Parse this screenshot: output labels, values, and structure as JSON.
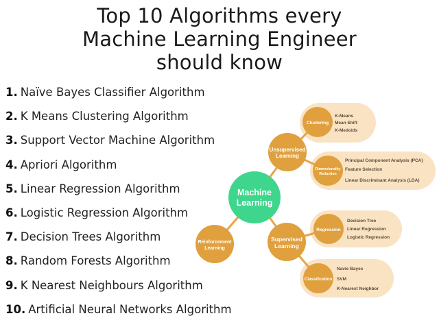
{
  "title": {
    "line1": "Top 10 Algorithms every",
    "line2": "Machine Learning Engineer",
    "line3": "should know"
  },
  "algorithms": [
    {
      "num": "1.",
      "label": "Naïve Bayes Classifier Algorithm"
    },
    {
      "num": "2.",
      "label": "K Means Clustering Algorithm"
    },
    {
      "num": "3.",
      "label": "Support Vector Machine Algorithm"
    },
    {
      "num": "4.",
      "label": "Apriori Algorithm"
    },
    {
      "num": "5.",
      "label": "Linear Regression Algorithm"
    },
    {
      "num": "6.",
      "label": "Logistic Regression Algorithm"
    },
    {
      "num": "7.",
      "label": "Decision Trees Algorithm"
    },
    {
      "num": "8.",
      "label": "Random Forests Algorithm"
    },
    {
      "num": "9.",
      "label": "K Nearest Neighbours Algorithm"
    },
    {
      "num": "10.",
      "label": "Artificial Neural Networks Algorithm"
    }
  ],
  "diagram": {
    "center": {
      "line1": "Machine",
      "line2": "Learning"
    },
    "unsupervised": {
      "line1": "Unsupervised",
      "line2": "Learning"
    },
    "supervised": {
      "line1": "Supervised",
      "line2": "Learning"
    },
    "reinforcement": {
      "line1": "Reinforcement",
      "line2": "Learning"
    },
    "clustering": {
      "label": "Clustering",
      "items": [
        "K-Means",
        "Mean Shift",
        "K-Medoids"
      ]
    },
    "dimensionality": {
      "line1": "Dimensionality",
      "line2": "Reduction",
      "items": [
        "Principal Component Analysis (PCA)",
        "Feature Selection",
        "Linear Discriminant Analysis (LDA)"
      ]
    },
    "regression": {
      "label": "Regression",
      "items": [
        "Decision Tree",
        "Linear Regression",
        "Logistic Regression"
      ]
    },
    "classification": {
      "label": "Classification",
      "items": [
        "Navie Bayes",
        "SVM",
        "K-Nearest Neighbor"
      ]
    }
  },
  "colors": {
    "green": "#3dd68c",
    "orange": "#e0a03e",
    "peach": "#f9e3c3",
    "line": "#e6a44a"
  }
}
